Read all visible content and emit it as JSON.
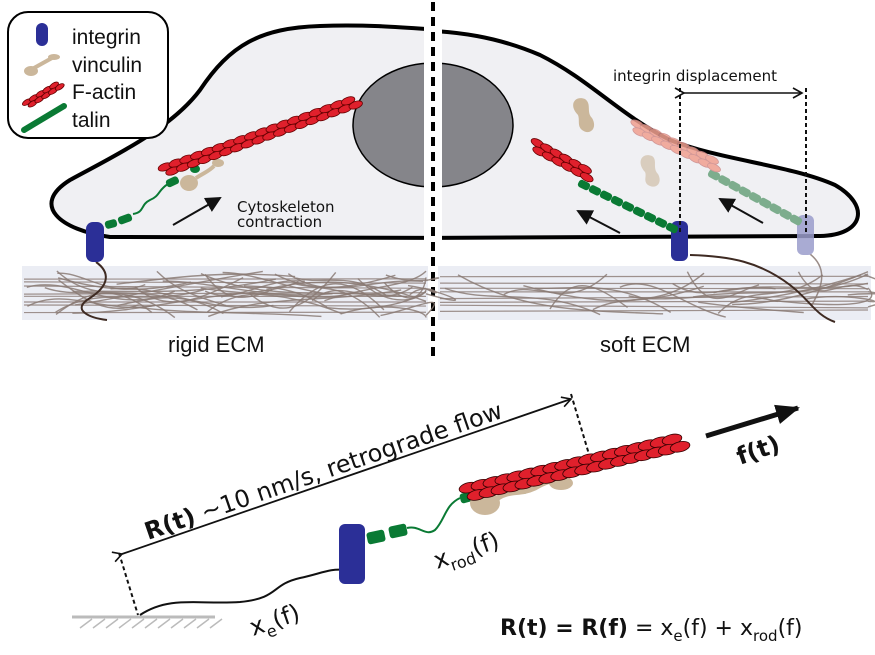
{
  "legend": {
    "items": [
      {
        "key": "integrin",
        "label": "integrin",
        "color": "#2b2f97"
      },
      {
        "key": "vinculin",
        "label": "vinculin",
        "color": "#cbb79b"
      },
      {
        "key": "factin",
        "label": "F-actin",
        "color": "#e0202c"
      },
      {
        "key": "talin",
        "label": "talin",
        "color": "#0a7a34"
      }
    ]
  },
  "colors": {
    "integrin": "#2b2f97",
    "integrin_faded": "#9b9dcc",
    "vinculin": "#cbb79b",
    "factin": "#e0202c",
    "factin_faded": "#f0a090",
    "talin": "#0a7a34",
    "talin_faded": "#6aa27c",
    "cell_fill": "#f0f0f3",
    "nucleus": "#85858a",
    "ecm_band": "#ebedf4",
    "ecm_fiber": "#8a7a74"
  },
  "left_panel": {
    "annotation_line1": "Cytoskeleton",
    "annotation_line2": "contraction",
    "substrate_label": "rigid ECM"
  },
  "right_panel": {
    "displacement_label": "integrin displacement",
    "substrate_label": "soft ECM"
  },
  "model": {
    "retrograde_bold": "R(t)",
    "retrograde_text": " ~10 nm/s, retrograde flow",
    "force_label": "f(t)",
    "xe_label": "x",
    "xe_sub": "e",
    "xe_arg": "(f)",
    "xrod_label": "x",
    "xrod_sub": "rod",
    "xrod_arg": "(f)",
    "equation": {
      "lhs1": "R(t)",
      "eq1": " = ",
      "lhs2": "R(f)",
      "eq2": " = x",
      "sub_e": "e",
      "mid": "(f) + x",
      "sub_rod": "rod",
      "end": "(f)"
    }
  }
}
